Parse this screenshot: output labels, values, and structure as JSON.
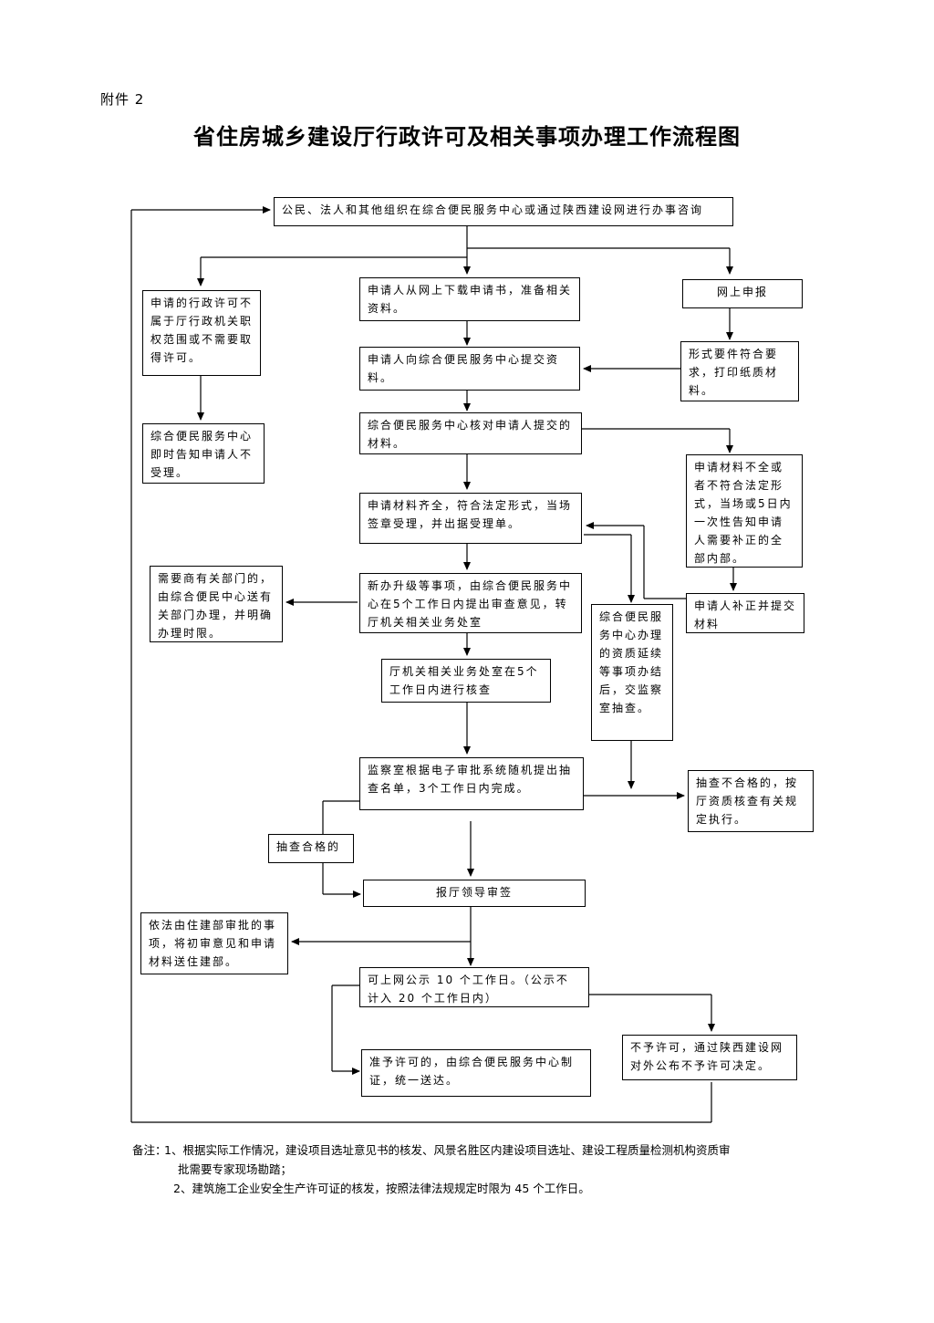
{
  "attachment": "附件 2",
  "title": "省住房城乡建设厅行政许可及相关事项办理工作流程图",
  "boxes": {
    "consult": "公民、法人和其他组织在综合便民服务中心或通过陕西建设网进行办事咨询",
    "not_in_scope": "申请的行政许可不属于厅行政机关职权范围或不需要取得许可。",
    "notify_reject": "综合便民服务中心即时告知申请人不受理。",
    "download": "申请人从网上下载申请书，准备相关资料。",
    "online_apply": "网上申报",
    "formal_ok": "形式要件符合要求，打印纸质材料。",
    "submit": "申请人向综合便民服务中心提交资料。",
    "check": "综合便民服务中心核对申请人提交的材料。",
    "incomplete": "申请材料不全或者不符合法定形式，当场或5日内一次性告知申请人需要补正的全部内部。",
    "accept": "申请材料齐全，符合法定形式，当场签章受理，并出据受理单。",
    "supplement": "申请人补正并提交材料",
    "other_dept": "需要商有关部门的，由综合便民中心送有关部门办理，并明确办理时限。",
    "new_upgrade": "新办升级等事项，由综合便民服务中心在5个工作日内提出审查意见，转厅机关相关业务处室",
    "extension": "综合便民服务中心办理的资质延续等事项办结后，交监察室抽查。",
    "review": "厅机关相关业务处室在5个工作日内进行核查",
    "supervision": "监察室根据电子审批系统随机提出抽查名单，3个工作日内完成。",
    "unqualified": "抽查不合格的，按厅资质核查有关规定执行。",
    "qualified": "抽查合格的",
    "leader": "报厅领导审签",
    "ministry": "依法由住建部审批的事项，将初审意见和申请材料送住建部。",
    "publicity": "可上网公示 10 个工作日。（公示不计入 20 个工作日内）",
    "deny": "不予许可，通过陕西建设网对外公布不予许可决定。",
    "grant": "准予许可的，由综合便民服务中心制证，统一送达。"
  },
  "notes": {
    "label": "备注：",
    "n1_part1": "1、根据实际工作情况，建设项目选址意见书的核发、风景名胜区内建设项目选址、建设工程质量检测机构资质审",
    "n1_part2": "批需要专家现场勘踏；",
    "n2": "2、建筑施工企业安全生产许可证的核发，按照法律法规规定时限为 45 个工作日。"
  }
}
